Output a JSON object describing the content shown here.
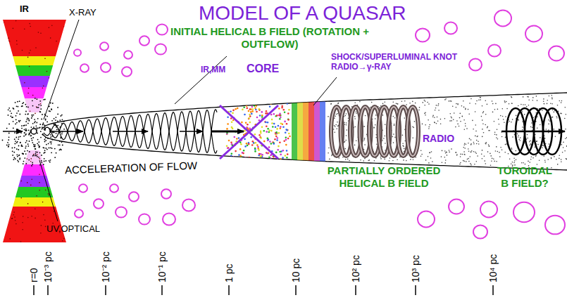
{
  "diagram": {
    "title": "MODEL OF A QUASAR",
    "labels": [
      "IR",
      "X-RAY",
      "INITIAL HELICAL B FIELD (ROTATION + OUTFLOW)",
      "IR,MM",
      "CORE",
      "SHOCK/SUPERLUMINAL KNOT RADIO→γ-RAY",
      "ACCELERATION OF FLOW",
      "PARTIALLY ORDERED HELICAL B FIELD",
      "RADIO",
      "TOROIDAL B FIELD?",
      "UV,OPTICAL",
      "r=0",
      "10⁻³ pc",
      "10⁻² pc",
      "10⁻¹ pc",
      "1 pc",
      "10 pc",
      "10² pc",
      "10³ pc",
      "10⁴ pc"
    ]
  }
}
